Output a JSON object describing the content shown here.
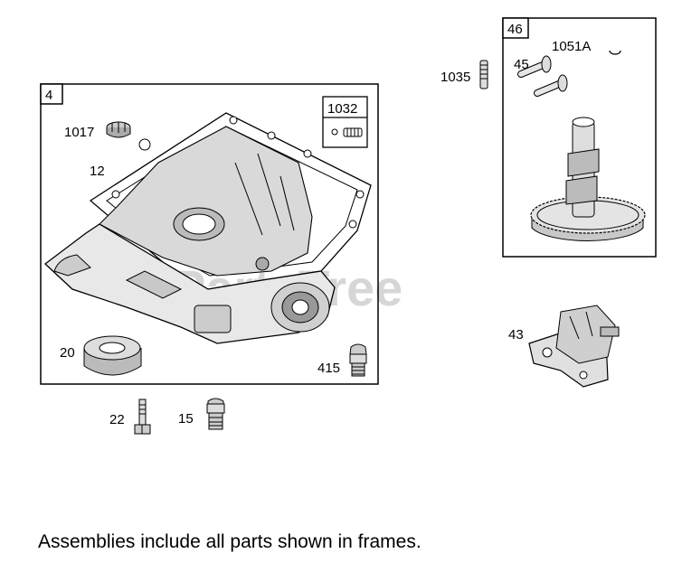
{
  "watermark": "PartsTree",
  "frames": {
    "frame_4": {
      "number": "4"
    },
    "frame_46": {
      "number": "46"
    },
    "frame_1032": {
      "number": "1032"
    }
  },
  "labels": {
    "p1017": "1017",
    "p12": "12",
    "p20": "20",
    "p415": "415",
    "p22": "22",
    "p15": "15",
    "p1035": "1035",
    "p45": "45",
    "p1051A": "1051A",
    "p43": "43"
  },
  "caption": "Assemblies include all parts shown in frames."
}
